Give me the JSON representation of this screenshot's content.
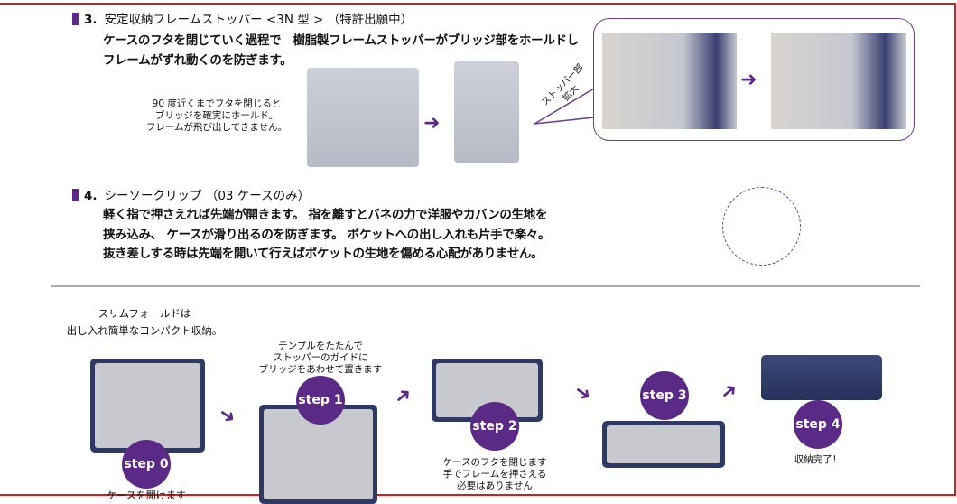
{
  "section3": {
    "number": "3.",
    "title": "安定収納フレームストッパー <3N 型 > （特許出願中）",
    "body": [
      "ケースのフタを閉じていく過程で　樹脂製フレームストッパーがブリッジ部をホールドし",
      "フレームがずれ動くのを防ぎます。"
    ],
    "caption": [
      "90 度近くまでフタを閉じると",
      "ブリッジを確実にホールド。",
      "フレームが飛び出してきません。"
    ],
    "callout_label": [
      "ストッパー部",
      "拡大"
    ]
  },
  "section4": {
    "number": "4.",
    "title": "シーソークリップ （03 ケースのみ）",
    "body": [
      "軽く指で押さえれば先端が開きます。 指を離すとバネの力で洋服やカバンの生地を",
      "挟み込み、 ケースが滑り出るのを防ぎます。 ポケットへの出し入れも片手で楽々。",
      "抜き差しする時は先端を開いて行えばポケットの生地を傷める心配がありません。"
    ]
  },
  "intro": [
    "スリムフォールドは",
    "出し入れ簡単なコンパクト収納。"
  ],
  "steps": [
    {
      "label": "step 0",
      "caption": [
        "ケースを開けます"
      ]
    },
    {
      "label": "step 1",
      "caption": [
        "テンプルをたたんで",
        "ストッパーのガイドに",
        "ブリッジをあわせて置きます"
      ]
    },
    {
      "label": "step 2",
      "caption": [
        "ケースのフタを閉じます",
        "手でフレームを押さえる",
        "必要はありません"
      ]
    },
    {
      "label": "step 3"
    },
    {
      "label": "step 4",
      "caption": [
        "収納完了！"
      ]
    }
  ],
  "colors": {
    "accent": "#5b2a86",
    "frame": "#e01818"
  },
  "icons": {
    "arrow": "arrow-right-icon"
  }
}
